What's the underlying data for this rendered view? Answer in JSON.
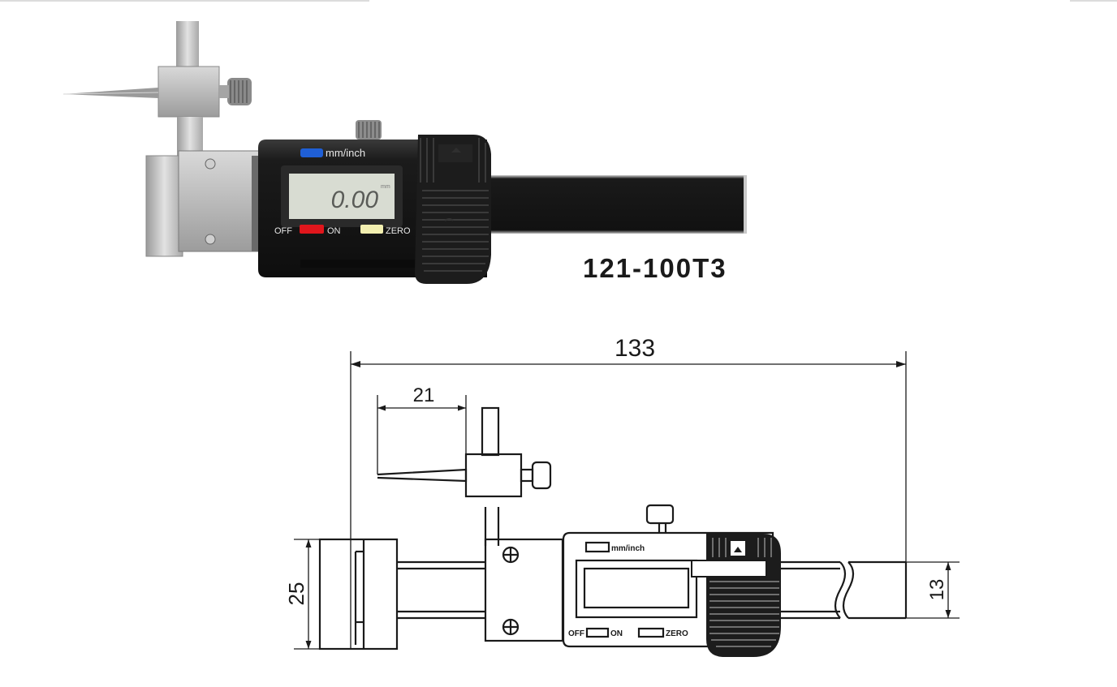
{
  "product": {
    "model": "121-100T3",
    "photo": {
      "display_reading": "0.00",
      "unit_button_label": "mm/inch",
      "off_label": "OFF",
      "on_label": "ON",
      "zero_label": "ZERO",
      "colors": {
        "unit_button": "#1f5fd6",
        "on_button": "#e0161c",
        "zero_button": "#f2efb0",
        "housing": "#1e1e1e",
        "lcd": "#d8dcd2",
        "steel": "#c8c8c8"
      }
    },
    "drawing": {
      "dimensions": {
        "overall_length": "133",
        "probe_reach": "21",
        "head_height": "25",
        "beam_height": "13"
      },
      "unit_button_label": "mm/inch",
      "off_label": "OFF",
      "on_label": "ON",
      "zero_label": "ZERO"
    }
  }
}
